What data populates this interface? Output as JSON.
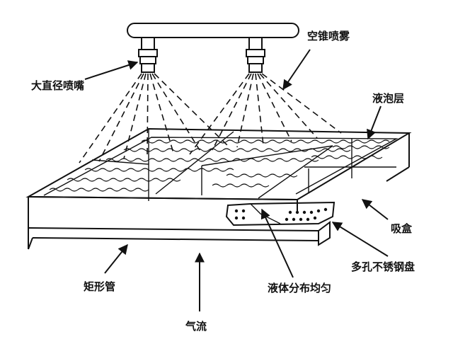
{
  "labels": {
    "large_nozzle": "大直径喷嘴",
    "hollow_cone_spray": "空锥喷雾",
    "foam_layer": "液泡层",
    "suction_box": "吸盒",
    "perforated_box": "多孔不锈钢盘",
    "rect_tube": "矩形管",
    "uniform_liquid": "液体分布均匀",
    "airflow": "气流"
  }
}
